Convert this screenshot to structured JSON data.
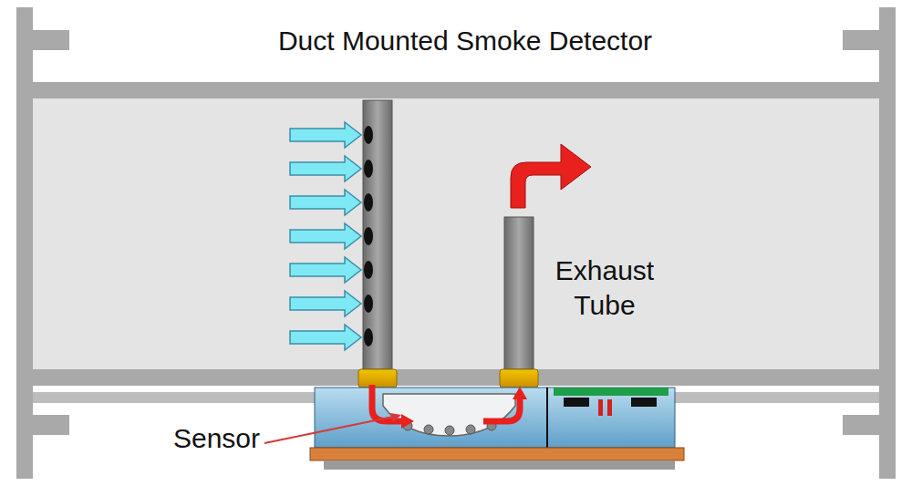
{
  "diagram": {
    "title": "Duct Mounted Smoke Detector",
    "labels": [
      "Exhaust Tube",
      "Sensor"
    ]
  }
}
